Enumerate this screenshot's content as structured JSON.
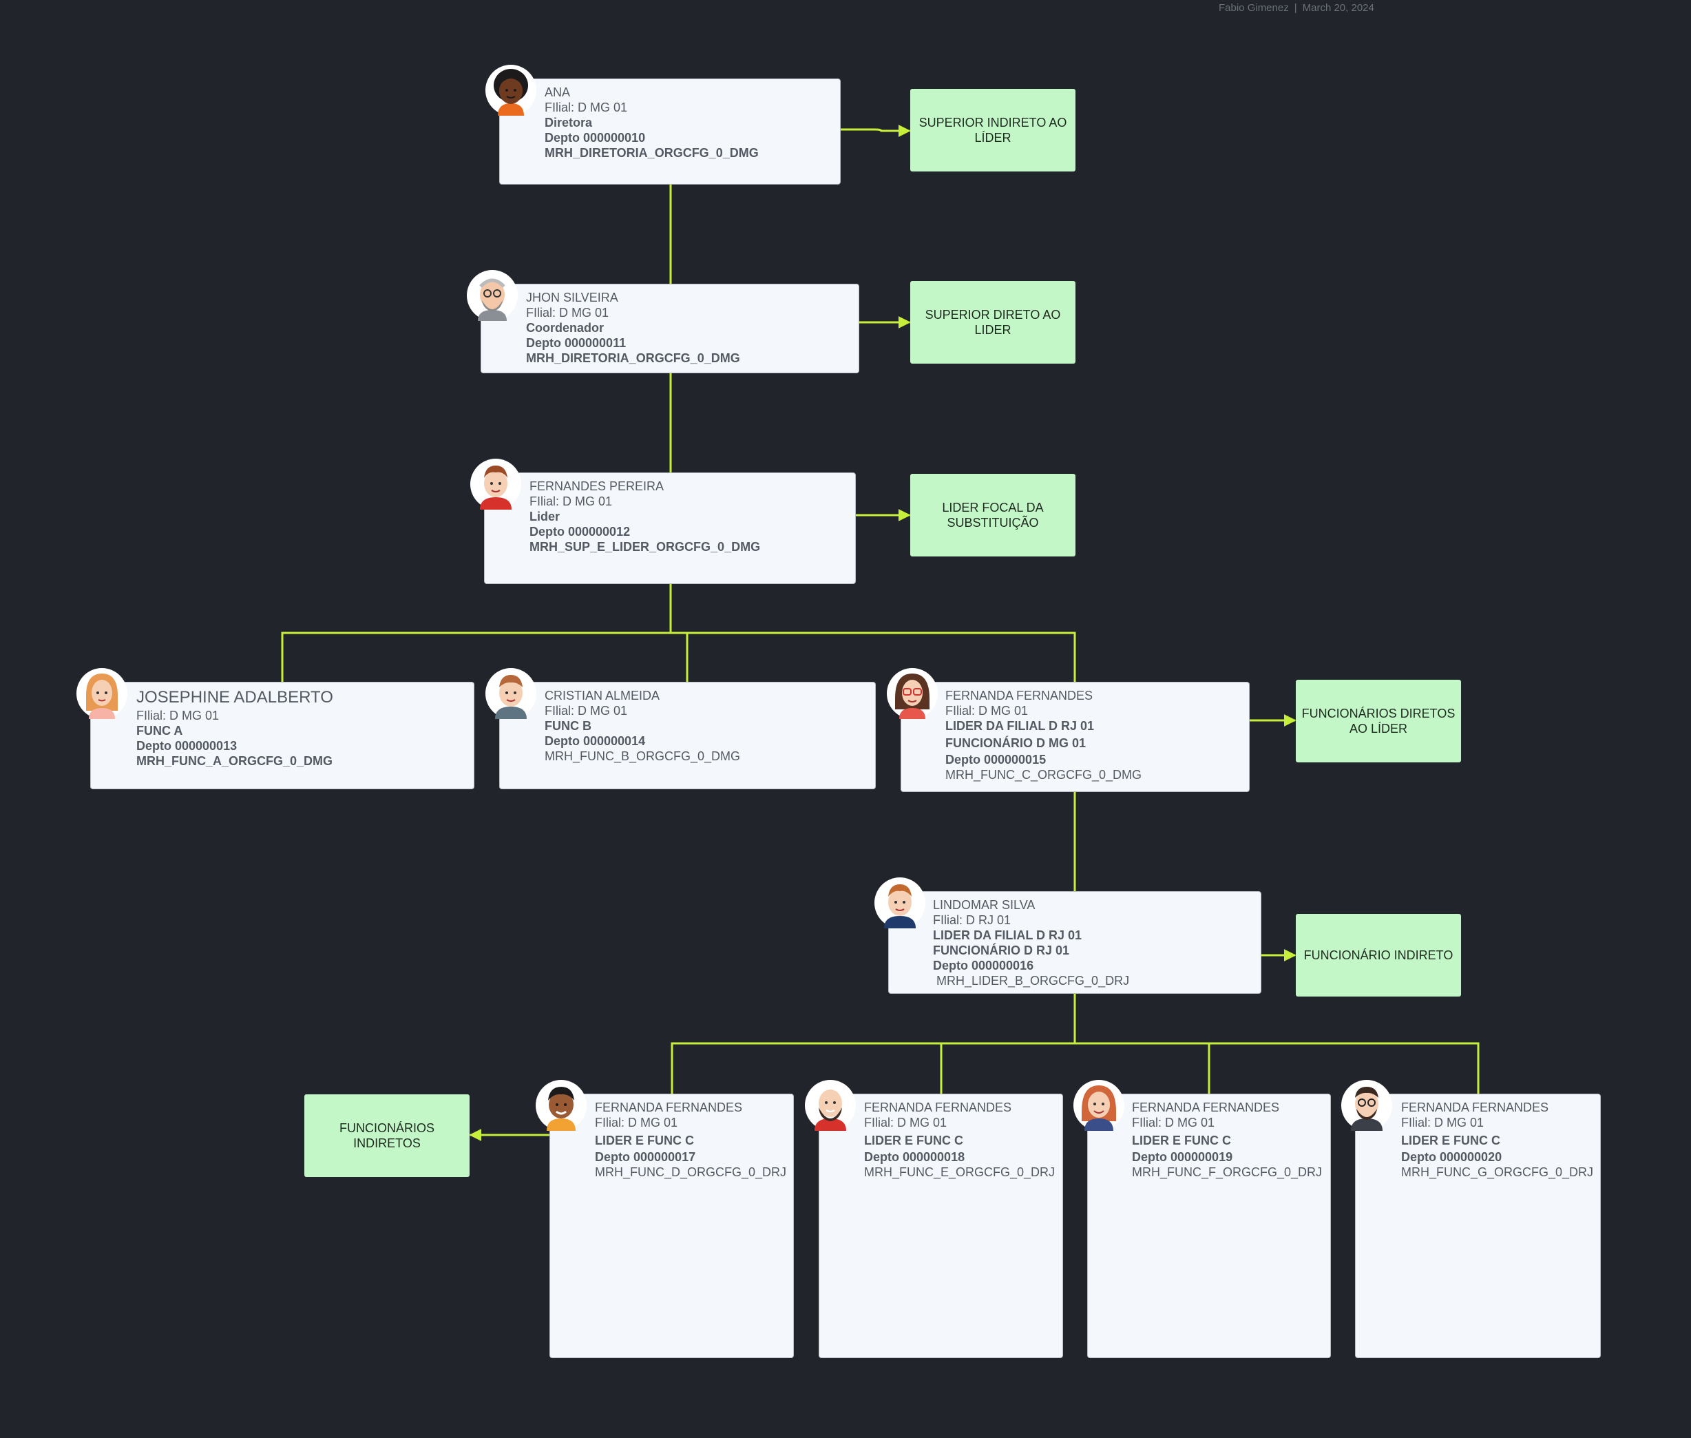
{
  "header": {
    "author": "Fabio Gimenez",
    "date": "March 20, 2024"
  },
  "colors": {
    "background": "#21252b",
    "connector": "#c6ee3b",
    "card_fill": "#f4f8fc",
    "note_fill": "#c3f7c8"
  },
  "cards": {
    "ana": {
      "name": "ANA",
      "filial": "FIlial: D MG 01",
      "cargo": "Diretora",
      "depto": "Depto 000000010",
      "orgcfg": "MRH_DIRETORIA_ORGCFG_0_DMG"
    },
    "jhon": {
      "name": "JHON SILVEIRA",
      "filial": "FIlial: D MG 01",
      "cargo": "Coordenador",
      "depto": "Depto 000000011",
      "orgcfg": "MRH_DIRETORIA_ORGCFG_0_DMG"
    },
    "fernandes": {
      "name": "FERNANDES PEREIRA",
      "filial": "FIlial: D MG 01",
      "cargo": "Lider",
      "depto": "Depto 000000012",
      "orgcfg": "MRH_SUP_E_LIDER_ORGCFG_0_DMG"
    },
    "josephine": {
      "name": "JOSEPHINE ADALBERTO",
      "filial": "FIlial: D MG 01",
      "cargo": "FUNC A",
      "depto": "Depto 000000013",
      "orgcfg": "MRH_FUNC_A_ORGCFG_0_DMG"
    },
    "cristian": {
      "name": "CRISTIAN ALMEIDA",
      "filial": "FIlial: D MG 01",
      "cargo": "FUNC B",
      "depto": "Depto 000000014",
      "orgcfg": "MRH_FUNC_B_ORGCFG_0_DMG"
    },
    "fernanda_c": {
      "name": "FERNANDA FERNANDES",
      "filial": "FIlial: D MG 01",
      "cargo": "LIDER DA FILIAL D RJ 01",
      "cargo2": "FUNCIONÁRIO  D MG 01",
      "depto": "Depto 000000015",
      "orgcfg": "MRH_FUNC_C_ORGCFG_0_DMG"
    },
    "lindomar": {
      "name": "LINDOMAR SILVA",
      "filial": "FIlial: D RJ 01",
      "cargo": "LIDER DA FILIAL D RJ 01",
      "cargo2": "FUNCIONÁRIO D RJ 01",
      "depto": "Depto 000000016",
      "orgcfg": " MRH_LIDER_B_ORGCFG_0_DRJ"
    },
    "fernanda_d": {
      "name": "FERNANDA FERNANDES",
      "filial": "FIlial: D MG 01",
      "cargo": "LIDER E FUNC C",
      "depto": "Depto 000000017",
      "orgcfg": "MRH_FUNC_D_ORGCFG_0_DRJ"
    },
    "fernanda_e": {
      "name": "FERNANDA FERNANDES",
      "filial": "FIlial: D MG 01",
      "cargo": "LIDER E FUNC C",
      "depto": "Depto 000000018",
      "orgcfg": "MRH_FUNC_E_ORGCFG_0_DRJ"
    },
    "fernanda_f": {
      "name": "FERNANDA FERNANDES",
      "filial": "FIlial: D MG 01",
      "cargo": "LIDER E FUNC C",
      "depto": "Depto 000000019",
      "orgcfg": "MRH_FUNC_F_ORGCFG_0_DRJ"
    },
    "fernanda_g": {
      "name": "FERNANDA FERNANDES",
      "filial": "FIlial: D MG 01",
      "cargo": "LIDER E FUNC C",
      "depto": "Depto 000000020",
      "orgcfg": "MRH_FUNC_G_ORGCFG_0_DRJ"
    }
  },
  "notes": {
    "superior_indireto": "SUPERIOR INDIRETO AO LÍDER",
    "superior_direto": "SUPERIOR DIRETO AO LIDER",
    "lider_focal": "LIDER FOCAL DA SUBSTITUIÇÃO",
    "funcionarios_diretos": "FUNCIONÁRIOS DIRETOS AO  LÍDER",
    "funcionario_indireto": "FUNCIONÁRIO INDIRETO",
    "funcionarios_indiretos": "FUNCIONÁRIOS INDIRETOS"
  }
}
